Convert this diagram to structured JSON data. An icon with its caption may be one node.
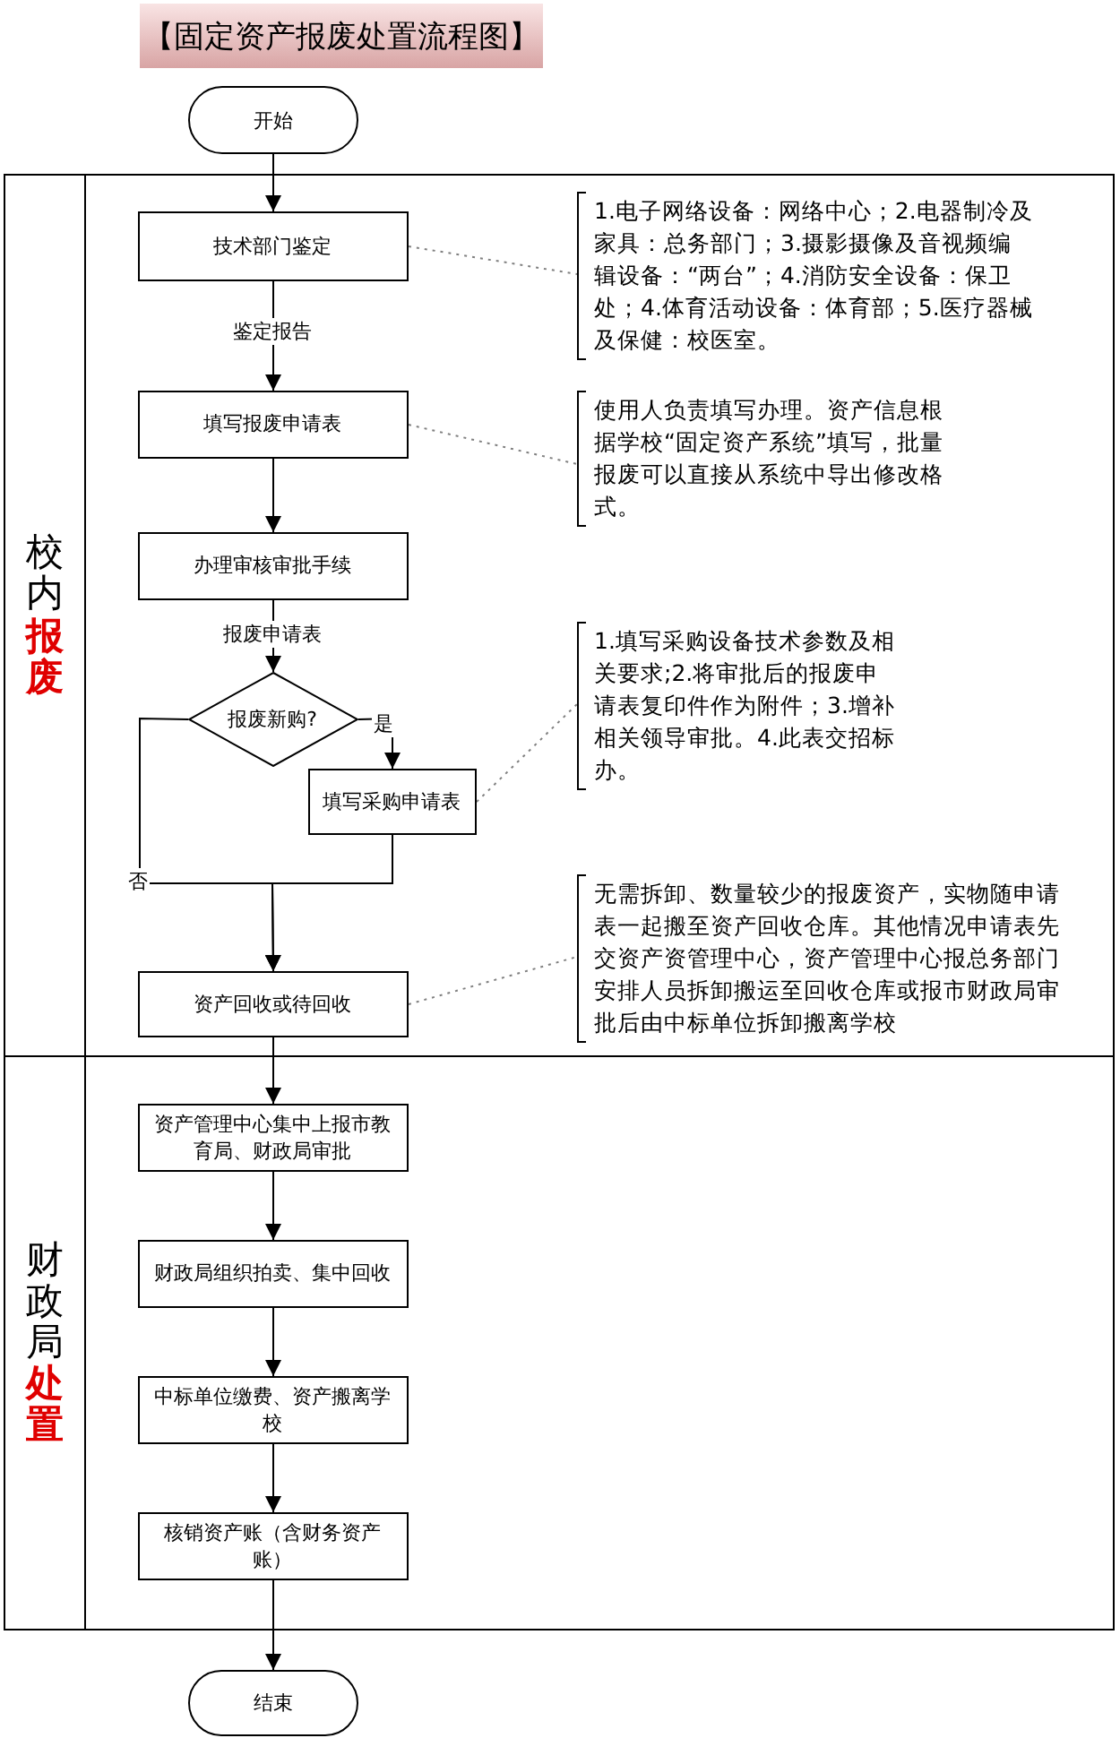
{
  "diagram": {
    "title": "【固定资产报废处置流程图】",
    "nodes": [
      {
        "text": [
          "开始"
        ]
      },
      {
        "text": [
          "校内**报废**"
        ]
      },
      {
        "text": [
          "技术部门鉴定"
        ],
        "in": 1
      },
      {
        "text": [
          "1.电子网络设备：网络中心；2.电器制冷及家具：总务部门；3.摄影摄像及音视频编辑设备：“两台”；4.消防安全设备：保卫处；4.体育活动设备：体育部；5.医疗器械及保健：校医室。"
        ],
        "in": 1
      },
      {
        "text": [
          "填写报废申请表"
        ],
        "in": 1
      },
      {
        "text": [
          "使用人负责填写办理。资产信息根据学校“固定资产系统”填写，批量报废可以直接从系统中导出修改格式。"
        ],
        "in": 1
      },
      {
        "text": [
          "办理审核审批手续"
        ],
        "in": 1
      },
      {
        "text": [
          "报废新购?"
        ],
        "in": 1
      },
      {
        "text": [
          "填写采购申请表"
        ],
        "in": 1
      },
      {
        "text": [
          "1.填写采购设备技术参数及相关要求;2.将审批后的报废申请表复印件作为附件；3.增补相关领导审批。4.此表交招标办。"
        ],
        "in": 1
      },
      {
        "text": [
          "资产回收或待回收"
        ],
        "in": 1
      },
      {
        "text": [
          "无需拆卸、数量较少的报废资产，实物随申请表一起搬至资产回收仓库。其他情况申请表先交资产资管理中心，资产管理中心报总务部门安排人员拆卸搬运至回收仓库或报市财政局审批后由中标单位拆卸搬离学校"
        ],
        "in": 1
      },
      {
        "text": [
          "财政局**处置**"
        ]
      },
      {
        "text": [
          "资产管理中心集中上报市教育局、财政局审批"
        ],
        "in": 12
      },
      {
        "text": [
          "财政局组织拍卖、集中回收"
        ],
        "in": 12
      },
      {
        "text": [
          "中标单位缴费、资产搬离学校"
        ],
        "in": 12
      },
      {
        "text": [
          "核销资产账（含财务资产账）"
        ],
        "in": 12
      },
      {
        "text": [
          "结束"
        ]
      }
    ],
    "edges": [
      {
        "from": 0,
        "to": 2,
        "arrow": "to"
      },
      {
        "from": 2,
        "to": 3,
        "arrow": "none",
        "style": "dashed",
        "color": "#808080"
      },
      {
        "from": 2,
        "to": 4,
        "arrow": "to",
        "label": "鉴定报告"
      },
      {
        "from": 4,
        "to": 5,
        "arrow": "none",
        "style": "dashed",
        "color": "#808080"
      },
      {
        "from": 4,
        "to": 6,
        "arrow": "to"
      },
      {
        "from": 6,
        "to": 7,
        "arrow": "to",
        "label": "报废申请表"
      },
      {
        "from": 7,
        "to": 8,
        "arrow": "to",
        "label": "是"
      },
      {
        "from": 7,
        "to": 10,
        "arrow": "to",
        "label": "否"
      },
      {
        "from": 8,
        "to": 9,
        "arrow": "none",
        "style": "dashed",
        "color": "#808080"
      },
      {
        "from": 8,
        "to": 10,
        "arrow": "to"
      },
      {
        "from": 10,
        "to": 11,
        "arrow": "none",
        "style": "dashed",
        "color": "#808080"
      },
      {
        "from": 10,
        "to": 13,
        "arrow": "to"
      },
      {
        "from": 13,
        "to": 14,
        "arrow": "to"
      },
      {
        "from": 14,
        "to": 15,
        "arrow": "to"
      },
      {
        "from": 15,
        "to": 16,
        "arrow": "to"
      },
      {
        "from": 16,
        "to": 17,
        "arrow": "to"
      }
    ]
  }
}
